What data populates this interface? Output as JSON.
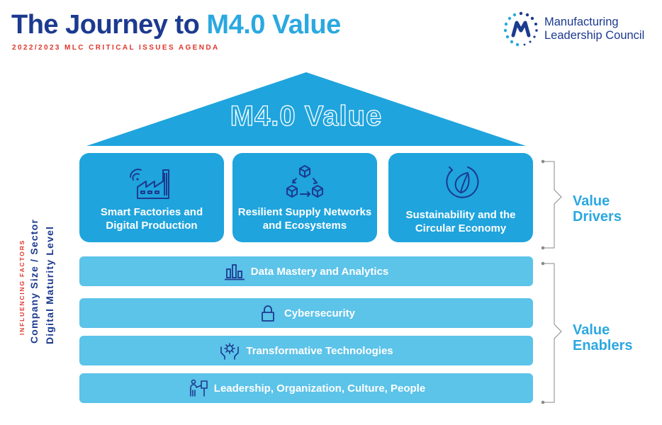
{
  "header": {
    "title_prefix": "The Journey to ",
    "title_accent": "M4.0 Value",
    "subtitle": "2022/2023 MLC CRITICAL ISSUES AGENDA",
    "logo_line1": "Manufacturing",
    "logo_line2": "Leadership Council",
    "logo_icon": "mlc-logo-icon"
  },
  "roof": {
    "label": "M4.0 Value"
  },
  "drivers": [
    {
      "line1": "Smart Factories and",
      "line2": "Digital Production",
      "icon": "factory-icon"
    },
    {
      "line1": "Resilient Supply Networks",
      "line2": "and Ecosystems",
      "icon": "supply-network-icon"
    },
    {
      "line1": "Sustainability and the",
      "line2": "Circular Economy",
      "icon": "leaf-cycle-icon"
    }
  ],
  "enablers": [
    {
      "label": "Data Mastery and Analytics",
      "icon": "bar-chart-icon"
    },
    {
      "label": "Cybersecurity",
      "icon": "lock-icon"
    },
    {
      "label": "Transformative Technologies",
      "icon": "gear-hands-icon"
    },
    {
      "label": "Leadership, Organization, Culture, People",
      "icon": "presenter-icon"
    }
  ],
  "side": {
    "influencing": "INFLUENCING FACTORS",
    "factor1": "Company Size / Sector",
    "factor2": "Digital Maturity Level"
  },
  "right": {
    "drivers_line1": "Value",
    "drivers_line2": "Drivers",
    "enablers_line1": "Value",
    "enablers_line2": "Enablers"
  },
  "colors": {
    "navy": "#1c3a8f",
    "accent_blue": "#2ba8e0",
    "card_blue": "#1fa4dd",
    "bar_blue": "#5cc3e9",
    "red": "#e0352b"
  }
}
